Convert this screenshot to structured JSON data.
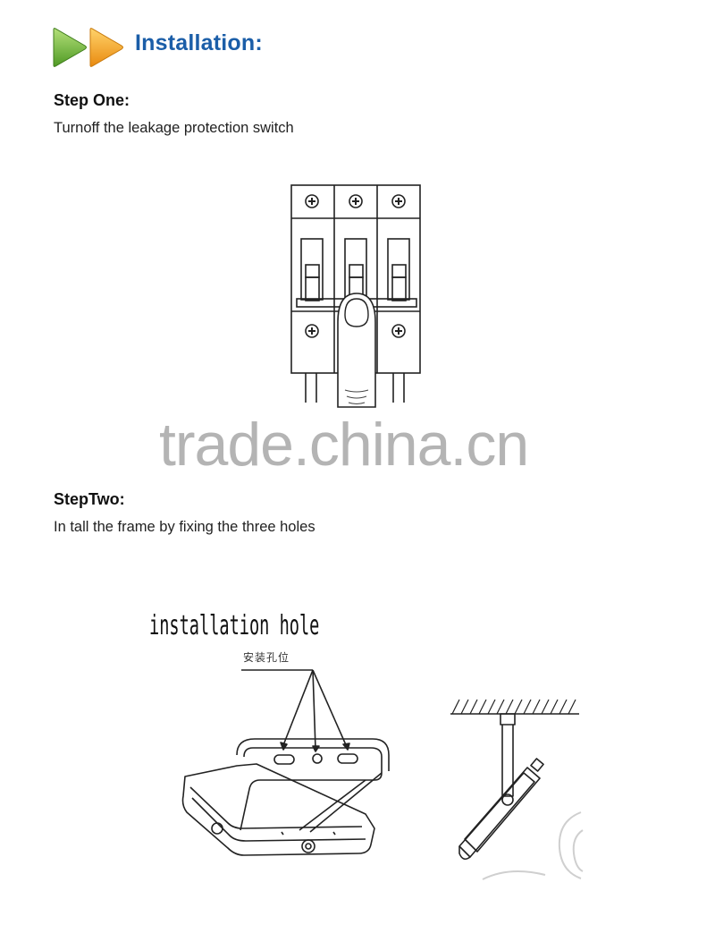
{
  "header": {
    "title": "Installation:",
    "icon": "double-play-arrow-icon",
    "colors": {
      "green": "#7cc142",
      "orange": "#f4a21f",
      "title": "#1b5ea8"
    }
  },
  "steps": [
    {
      "heading": "Step One:",
      "text": "Turnoff the leakage protection switch"
    },
    {
      "heading": "StepTwo:",
      "text": "In tall the frame by fixing the three holes"
    }
  ],
  "figure_two": {
    "label": "installation hole",
    "sublabel": "安装孔位"
  },
  "watermark": "trade.china.cn"
}
